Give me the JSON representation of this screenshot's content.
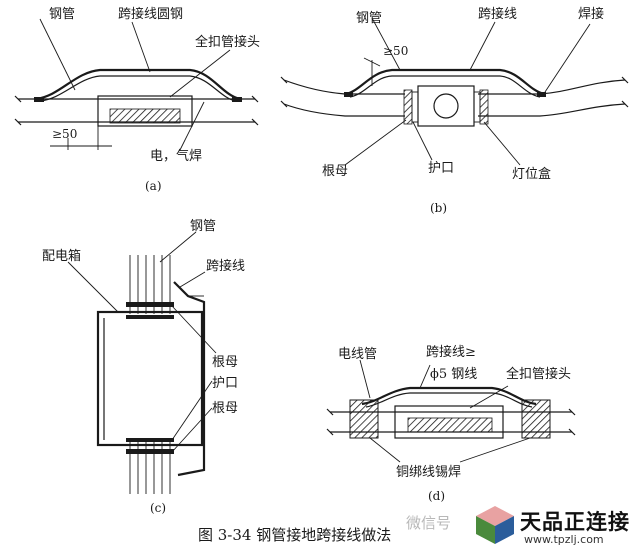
{
  "figure_caption": "图 3-34   钢管接地跨接线做法",
  "panel_a": {
    "tag": "(a)",
    "labels": {
      "steel_pipe": "钢管",
      "jumper_arc": "跨接线圆钢",
      "coupling": "全扣管接头",
      "weld": "电，气焊",
      "dim": "≥50"
    }
  },
  "panel_b": {
    "tag": "(b)",
    "labels": {
      "steel_pipe": "钢管",
      "jumper": "跨接线",
      "weld": "焊接",
      "dim": "≥50",
      "locknut": "根母",
      "bushing": "护口",
      "lamp_box": "灯位盒"
    }
  },
  "panel_c": {
    "tag": "(c)",
    "labels": {
      "distribution_box": "配电箱",
      "steel_pipe": "钢管",
      "jumper": "跨接线",
      "locknut_top": "根母",
      "bushing": "护口",
      "locknut_bottom": "根母"
    }
  },
  "panel_d": {
    "tag": "(d)",
    "labels": {
      "conduit": "电线管",
      "jumper": "跨接线≥",
      "wire_spec": "ϕ5 钢线",
      "coupling": "全扣管接头",
      "binding": "铜绑线锡焊"
    }
  },
  "watermark": {
    "wechat": "微信号",
    "brand": "天品正连接",
    "url": "www.tpzlj.com"
  }
}
